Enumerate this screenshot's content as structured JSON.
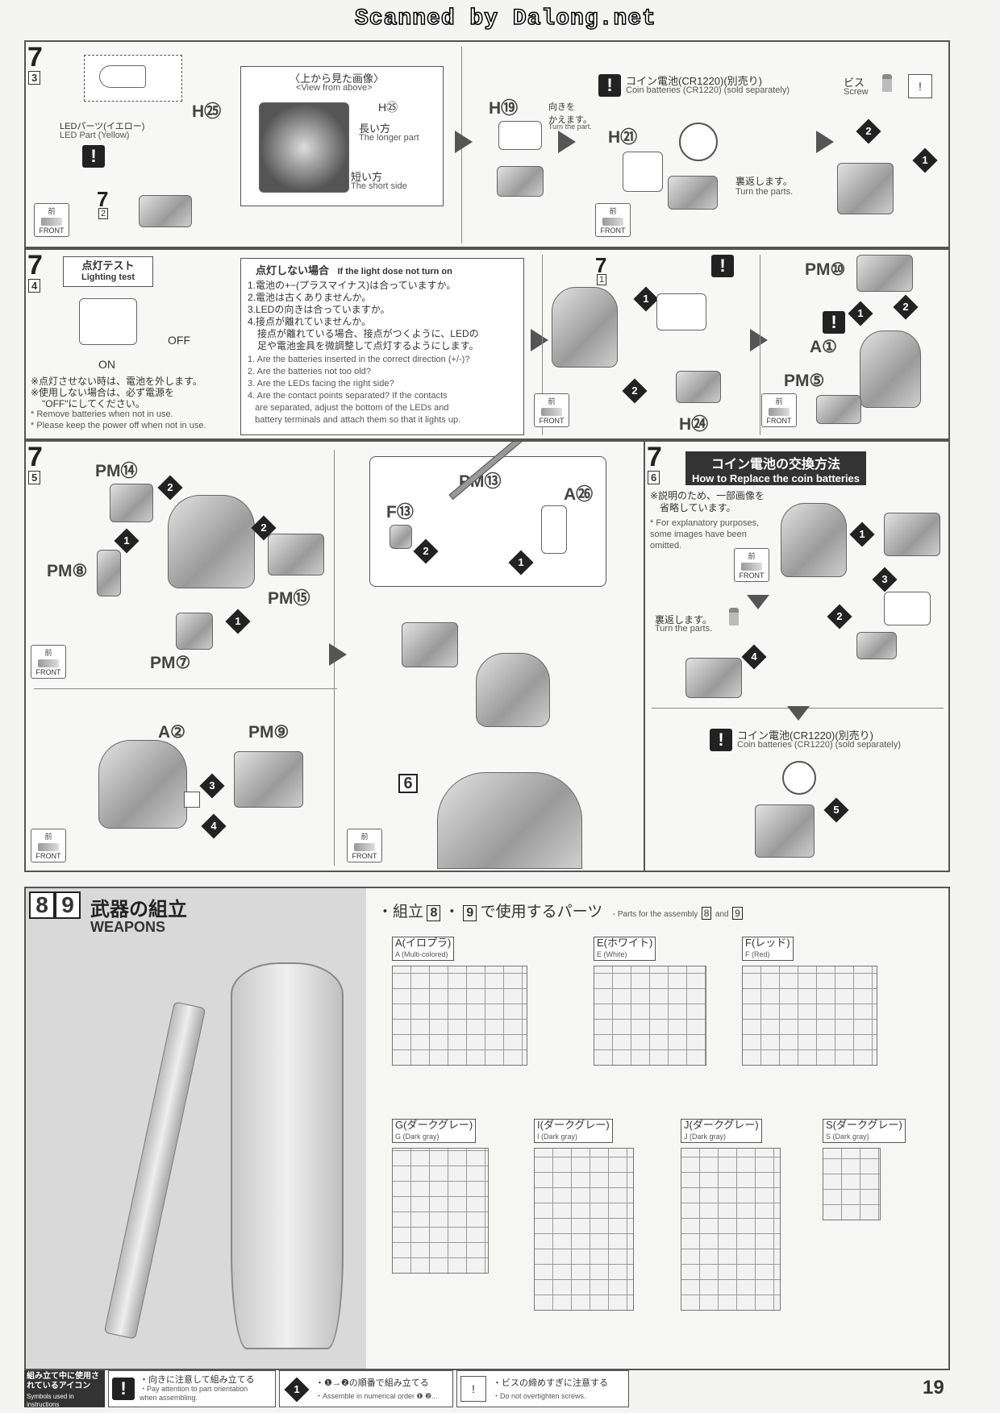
{
  "header": {
    "watermark": "Scanned by Dalong.net"
  },
  "step7_3": {
    "step_no": "7",
    "step_sub": "3",
    "led_jp": "LEDパーツ(イエロー)",
    "led_en": "LED Part (Yellow)",
    "view_jp": "〈上から見た画像〉",
    "view_en": "<View from above>",
    "longer_jp": "長い方",
    "longer_en": "The longer part",
    "short_jp": "短い方",
    "short_en": "The short side",
    "h25": "H㉕",
    "h25b": "H㉕",
    "h19": "H⑲",
    "h21": "H㉑",
    "sub_ref": "7",
    "sub_ref_sub": "2",
    "turn_jp": "向きを\nかえます。",
    "turn_en": "Turn the part.",
    "coin_jp": "コイン電池(CR1220)(別売り)",
    "coin_en": "Coin batteries (CR1220) (sold separately)",
    "flip_jp": "裏返します。",
    "flip_en": "Turn the parts.",
    "screw_jp": "ビス",
    "screw_en": "Screw"
  },
  "step7_4": {
    "step_no": "7",
    "step_sub": "4",
    "test_jp": "点灯テスト",
    "test_en": "Lighting test",
    "off": "OFF",
    "on": "ON",
    "note1_jp": "※点灯させない時は、電池を外します。",
    "note2_jp": "※使用しない場合は、必ず電源を",
    "note3_jp": "\"OFF\"にしてください。",
    "note1_en": "* Remove batteries when not in use.",
    "note2_en": "* Please keep the power off when not in use.",
    "trouble_jp": "点灯しない場合",
    "trouble_en": "If the light dose not turn on",
    "list_jp": [
      "1.電池の+−(プラスマイナス)は合っていますか。",
      "2.電池は古くありませんか。",
      "3.LEDの向きは合っていますか。",
      "4.接点が離れていませんか。",
      "　接点が離れている場合、接点がつくように、LEDの",
      "　足や電池金具を微調整して点灯するようにします。"
    ],
    "list_en": [
      "1. Are the batteries inserted in the correct direction (+/-)?",
      "2. Are the batteries not too old?",
      "3. Are the LEDs facing the right side?",
      "4. Are the contact points separated? If the contacts",
      "   are separated, adjust the bottom of the LEDs and",
      "   battery terminals and attach them so that it lights up."
    ],
    "ref_no": "7",
    "ref_sub": "1",
    "h24": "H㉔",
    "pm10": "PM⑩",
    "a1": "A①",
    "pm5": "PM⑤"
  },
  "step7_5": {
    "step_no": "7",
    "step_sub": "5",
    "pm14": "PM⑭",
    "pm8": "PM⑧",
    "pm15": "PM⑮",
    "pm7": "PM⑦",
    "a2": "A②",
    "pm9": "PM⑨",
    "pm13": "PM⑬",
    "f13": "F⑬",
    "a26": "A㉖",
    "ref6": "6"
  },
  "step7_6": {
    "step_no": "7",
    "step_sub": "6",
    "title_jp": "コイン電池の交換方法",
    "title_en": "How to Replace the coin batteries",
    "note_jp": "※説明のため、一部画像を\n　省略しています。",
    "note_en": "* For explanatory purposes,\n  some images have been\n  omitted.",
    "flip_jp": "裏返します。",
    "flip_en": "Turn the parts.",
    "coin_jp": "コイン電池(CR1220)(別売り)",
    "coin_en": "Coin batteries (CR1220) (sold separately)"
  },
  "weapons": {
    "n8": "8",
    "n9": "9",
    "title_jp": "武器の組立",
    "title_en": "WEAPONS",
    "parts_jp_a": "・組立",
    "parts_jp_b": "・",
    "parts_jp_c": "で使用するパーツ",
    "parts_en": "- Parts for the assembly",
    "parts_en_and": "and",
    "runners": [
      {
        "jp": "A(イロプラ)",
        "en": "A (Multi-colored)"
      },
      {
        "jp": "E(ホワイト)",
        "en": "E (White)"
      },
      {
        "jp": "F(レッド)",
        "en": "F (Red)"
      },
      {
        "jp": "G(ダークグレー)",
        "en": "G (Dark gray)"
      },
      {
        "jp": "I(ダークグレー)",
        "en": "I (Dark gray)"
      },
      {
        "jp": "J(ダークグレー)",
        "en": "J (Dark gray)"
      },
      {
        "jp": "S(ダークグレー)",
        "en": "S (Dark gray)"
      }
    ]
  },
  "legend": {
    "title_jp": "組み立て中に使用されているアイコン",
    "title_en": "Symbols used in instructions",
    "item1_jp": "・向きに注意して組み立てる",
    "item1_en": "・Pay attention to part orientation\n  when assembling.",
    "item2_jp": "・❶→❷の順番で組み立てる",
    "item2_en": "・Assemble in numerical order ❶ ❷...",
    "item3_jp": "・ビスの締めすぎに注意する",
    "item3_en": "・Do not overtighten screws."
  },
  "front_label": "FRONT",
  "front_jp": "前",
  "page_number": "19"
}
